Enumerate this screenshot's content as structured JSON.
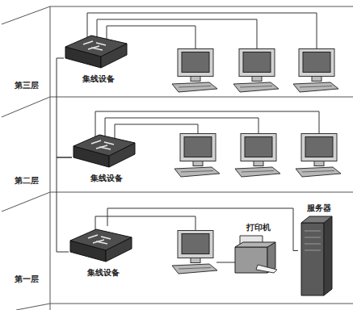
{
  "diagram": {
    "nodes": [
      {
        "text": [
          "第三层"
        ]
      },
      {
        "text": [
          "集线设备"
        ],
        "in": 0
      },
      {
        "text": [
          "第二层"
        ]
      },
      {
        "text": [
          "集线设备"
        ],
        "in": 2
      },
      {
        "text": [
          "第一层"
        ]
      },
      {
        "text": [
          "集线设备"
        ],
        "in": 4
      },
      {
        "text": [
          "打印机"
        ],
        "in": 4
      },
      {
        "text": [
          "服务器"
        ],
        "in": 4
      }
    ],
    "edges": [
      {
        "from": 1,
        "to": 3,
        "arrow": "none"
      },
      {
        "from": 3,
        "to": 5,
        "arrow": "none"
      },
      {
        "from": 5,
        "to": 7,
        "arrow": "none"
      }
    ]
  }
}
